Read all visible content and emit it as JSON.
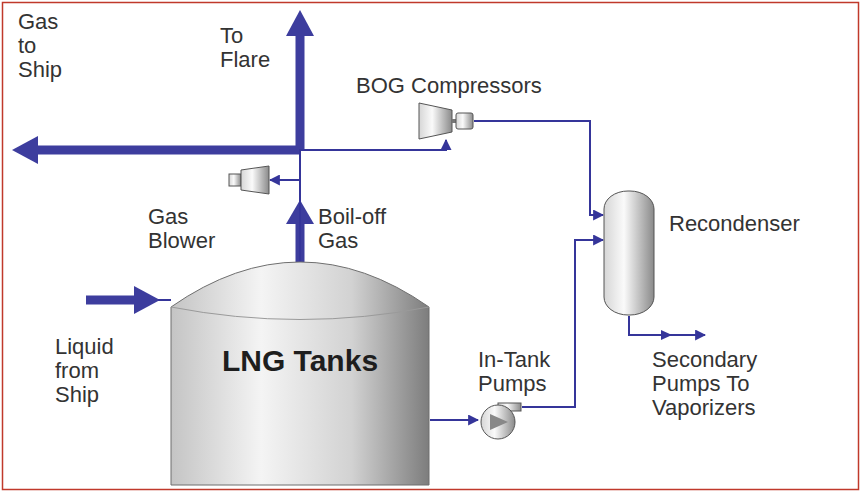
{
  "diagram": {
    "nodes": [
      {
        "text": [
          "LNG Tanks"
        ]
      },
      {
        "text": [
          "Gas Blower"
        ]
      },
      {
        "text": [
          "BOG Compressors"
        ]
      },
      {
        "text": [
          "Recondenser"
        ]
      },
      {
        "text": [
          "In-Tank Pumps"
        ]
      }
    ],
    "edges": [
      {
        "from": 0,
        "to": 1,
        "arrow": "to"
      },
      {
        "from": 0,
        "to": 2,
        "arrow": "to"
      },
      {
        "from": 0,
        "to": 4,
        "arrow": "to"
      },
      {
        "from": 2,
        "to": 3,
        "arrow": "to"
      },
      {
        "from": 4,
        "to": 3,
        "arrow": "to"
      }
    ],
    "labels": [
      "Gas to Ship",
      "To Flare",
      "Boil-off Gas",
      "Liquid from Ship",
      "Secondary Pumps To Vaporizers"
    ]
  }
}
